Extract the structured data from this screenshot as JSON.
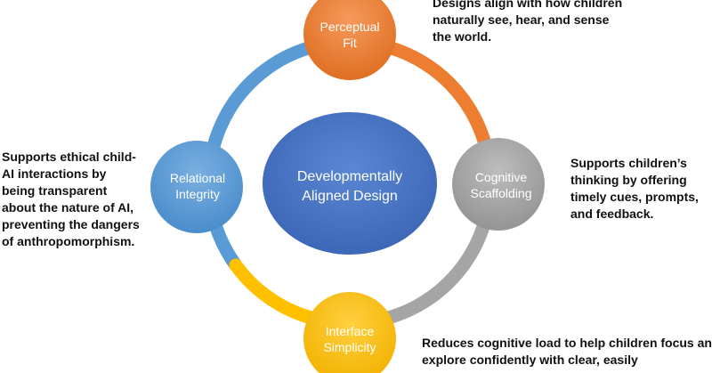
{
  "center": {
    "line1": "Developmentally",
    "line2": "Aligned Design"
  },
  "nodes": {
    "perceptual": {
      "line1": "Perceptual",
      "line2": "Fit"
    },
    "cognitive": {
      "line1": "Cognitive",
      "line2": "Scaffolding"
    },
    "interface": {
      "line1": "Interface",
      "line2": "Simplicity"
    },
    "relational": {
      "line1": "Relational",
      "line2": "Integrity"
    }
  },
  "notes": {
    "perceptual": [
      "Designs align with how children",
      "naturally see, hear, and sense",
      "the world."
    ],
    "cognitive": [
      "Supports children’s",
      "thinking by offering",
      "timely cues, prompts,",
      "and feedback."
    ],
    "interface": [
      "Reduces cognitive load to help children focus and",
      "explore confidently with clear, easily"
    ],
    "relational": [
      "Supports ethical child-",
      "AI interactions by",
      "being transparent",
      "about the nature of AI,",
      "preventing the dangers",
      "of anthropomorphism."
    ]
  },
  "colors": {
    "center": "#4472c4",
    "perceptual": "#ed7d31",
    "cognitive": "#a5a5a5",
    "interface": "#ffc000",
    "relational": "#5b9bd5",
    "ring_blue": "#5b9bd5",
    "ring_orange": "#ed7d31",
    "ring_gray": "#a5a5a5",
    "ring_yellow": "#ffc000"
  }
}
